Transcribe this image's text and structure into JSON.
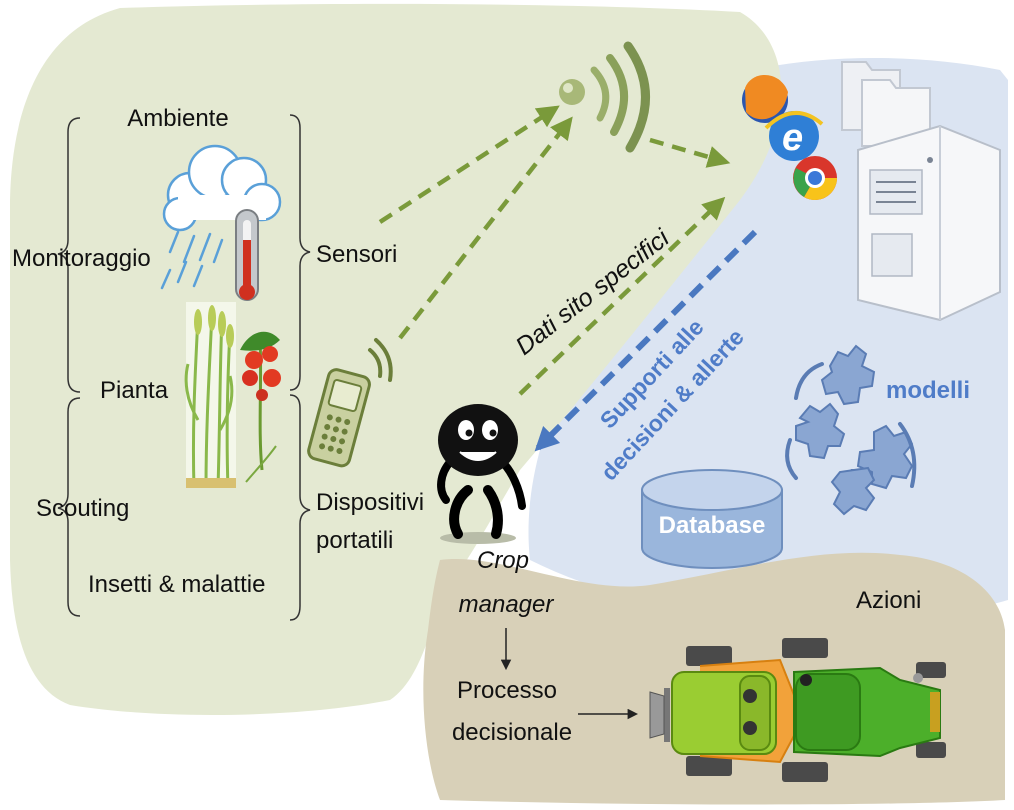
{
  "labels": {
    "ambiente": "Ambiente",
    "monitoraggio": "Monitoraggio",
    "pianta": "Pianta",
    "scouting": "Scouting",
    "insetti": "Insetti & malattie",
    "sensori": "Sensori",
    "dispositivi_line1": "Dispositivi",
    "dispositivi_line2": "portatili",
    "dati": "Dati sito specifici",
    "supporti_line1": "Supporti alle",
    "supporti_line2": "decisioni & allerte",
    "modelli": "modelli",
    "database": "Database",
    "crop_line1": "Crop",
    "crop_line2": "manager",
    "processo_line1": "Processo",
    "processo_line2": "decisionale",
    "azioni": "Azioni"
  },
  "colors": {
    "green_region": "#e4e9d2",
    "blue_region": "#dbe4f2",
    "tan_region": "#d8d0b8",
    "arrow_green": "#7a9a3a",
    "arrow_blue": "#4a78c0",
    "accent_blue": "#4f7cc8",
    "database_fill": "#9ab6dc",
    "gear_fill": "#8aa6d2",
    "tractor_green": "#4caf2a",
    "tractor_lime": "#9acd32",
    "tractor_orange": "#f2a23a"
  },
  "icons": [
    "cloud-rain-icon",
    "thermometer-icon",
    "plant-icon",
    "tomato-icon",
    "wifi-signal-icon",
    "mobile-phone-icon",
    "browser-icons",
    "server-icon",
    "folder-icon",
    "gear-icon",
    "database-icon",
    "character-icon",
    "tractor-icon"
  ]
}
